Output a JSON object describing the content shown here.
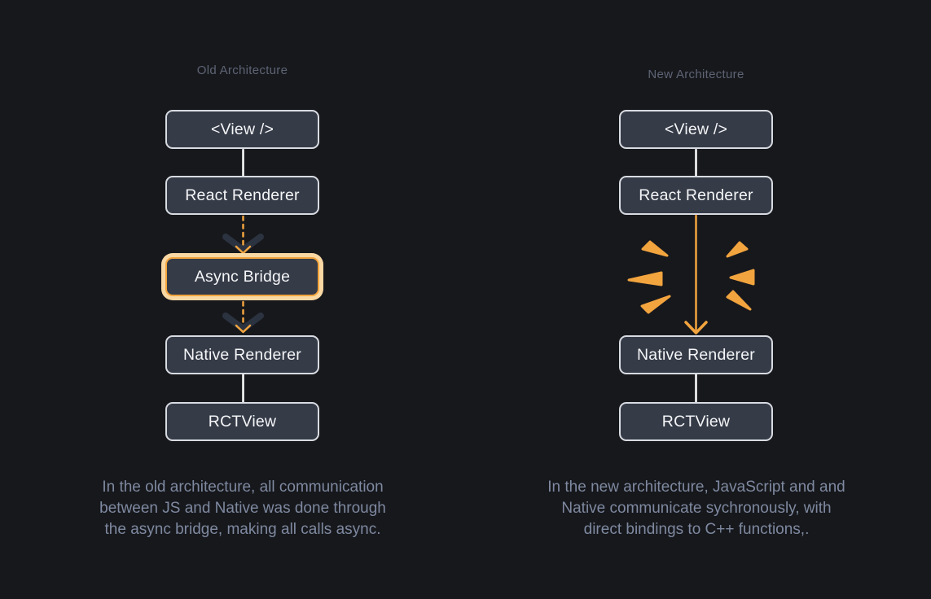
{
  "diagrams": {
    "old": {
      "title": "Old Architecture",
      "nodes": {
        "view": "<View />",
        "react": "React Renderer",
        "bridge": "Async Bridge",
        "native": "Native Renderer",
        "rctview": "RCTView"
      },
      "caption": "In the old architecture, all communication\nbetween JS and Native was done through\nthe async bridge, making all calls async."
    },
    "new": {
      "title": "New Architecture",
      "nodes": {
        "view": "<View />",
        "react": "React Renderer",
        "native": "Native Renderer",
        "rctview": "RCTView"
      },
      "caption": "In the new architecture, JavaScript and and\nNative communicate sychronously, with\ndirect bindings to C++ functions,."
    }
  },
  "colors": {
    "background": "#17181c",
    "node_fill": "#353b47",
    "node_border": "#d8dbe1",
    "node_text": "#f4f5f7",
    "title_text": "#5d6474",
    "caption_text": "#7e89a0",
    "accent_orange": "#f2a43e",
    "accent_glow": "#f9d8a3",
    "chevron_dark": "#2c3340",
    "connector_white": "#ffffff"
  }
}
